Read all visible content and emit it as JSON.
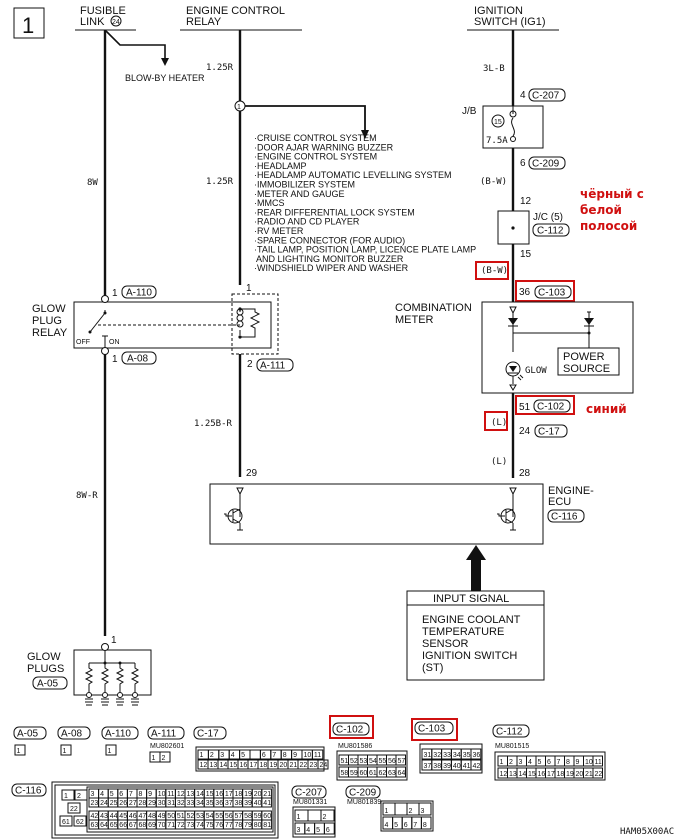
{
  "page_number": "1",
  "headers": {
    "fusible_link": [
      "FUSIBLE",
      "LINK"
    ],
    "fusible_link_number": "24",
    "engine_control_relay": [
      "ENGINE CONTROL",
      "RELAY"
    ],
    "ignition_switch": [
      "IGNITION",
      "SWITCH (IG1)"
    ]
  },
  "blow_by_heater": "BLOW-BY HEATER",
  "wires": {
    "fusible_main": "8W",
    "fusible_lower": "8W-R",
    "relay_top": "1.25R",
    "relay_mid": "1.25R",
    "relay_to_ecu": "1.25B-R",
    "ign_top": "3L-B",
    "jb_to_jc": "(B-W)",
    "jc_to_meter": "(B-W)",
    "meter_to_c17": "(L)",
    "c17_to_ecu": "(L)"
  },
  "splice": "1",
  "systems_list": [
    "CRUISE CONTROL SYSTEM",
    "DOOR AJAR WARNING BUZZER",
    "ENGINE CONTROL SYSTEM",
    "HEADLAMP",
    "HEADLAMP AUTOMATIC LEVELLING SYSTEM",
    "IMMOBILIZER SYSTEM",
    "METER AND GAUGE",
    "MMCS",
    "REAR DIFFERENTIAL LOCK SYSTEM",
    "RADIO AND CD PLAYER",
    "RV METER",
    "SPARE CONNECTOR (FOR AUDIO)",
    "TAIL LAMP, POSITION LAMP, LICENCE PLATE LAMP",
    "AND LIGHTING MONITOR BUZZER",
    "WINDSHIELD WIPER AND WASHER"
  ],
  "pins": {
    "c207_pin": "4",
    "c207": "C-207",
    "jb_label": "J/B",
    "fuse_no": "15",
    "fuse_rating": "7.5A",
    "c209_pin": "6",
    "c209": "C-209",
    "jc_in": "12",
    "jc_label": "J/C (5)",
    "c112": "C-112",
    "jc_out": "15",
    "c103_pin": "36",
    "c103": "C-103",
    "c102_pin": "51",
    "c102": "C-102",
    "c17_pin": "24",
    "c17": "C-17",
    "ecu_pin_left": "29",
    "ecu_pin_right": "28",
    "a110_pin": "1",
    "a110": "A-110",
    "a08_pin": "1",
    "a08": "A-08",
    "a111_top": "1",
    "a111_pin": "2",
    "a111": "A-111",
    "a05_pin": "1",
    "a05": "A-05"
  },
  "components": {
    "glow_plug_relay": [
      "GLOW",
      "PLUG",
      "RELAY"
    ],
    "relay_off": "OFF",
    "relay_on": "ON",
    "combination_meter": [
      "COMBINATION",
      "METER"
    ],
    "glow_lamp": "GLOW",
    "power_source": [
      "POWER",
      "SOURCE"
    ],
    "engine_ecu": [
      "ENGINE-",
      "ECU"
    ],
    "engine_ecu_conn": "C-116",
    "glow_plugs": [
      "GLOW",
      "PLUGS"
    ],
    "input_signal_title": "INPUT SIGNAL",
    "input_signal_items": [
      "ENGINE COOLANT",
      "TEMPERATURE",
      "SENSOR",
      "IGNITION SWITCH",
      "(ST)"
    ]
  },
  "annotations": {
    "black_white": [
      "чёрный с",
      "белой",
      "полосой"
    ],
    "blue": "синий",
    "highlight_color": "#d01010"
  },
  "connectors": {
    "a05": {
      "label": "A-05",
      "pins": [
        "1"
      ]
    },
    "a08": {
      "label": "A-08",
      "pins": [
        "1"
      ]
    },
    "a110": {
      "label": "A-110",
      "pins": [
        "1"
      ]
    },
    "a111": {
      "label": "A-111",
      "part": "MU802601",
      "pins": [
        "1",
        "2"
      ]
    },
    "c17": {
      "label": "C-17",
      "row1": [
        "1",
        "2",
        "3",
        "4",
        "5",
        "",
        "6",
        "7",
        "8",
        "9",
        "10",
        "11"
      ],
      "row2": [
        "12",
        "13",
        "14",
        "15",
        "16",
        "17",
        "18",
        "19",
        "20",
        "21",
        "22",
        "23",
        "24"
      ]
    },
    "c102": {
      "label": "C-102",
      "part": "MU801586",
      "row1": [
        "51",
        "52",
        "53",
        "54",
        "55",
        "56",
        "57"
      ],
      "row2": [
        "58",
        "59",
        "60",
        "61",
        "62",
        "63",
        "64"
      ]
    },
    "c103": {
      "label": "C-103",
      "row1": [
        "31",
        "32",
        "33",
        "34",
        "35",
        "36"
      ],
      "row2": [
        "37",
        "38",
        "39",
        "40",
        "41",
        "42"
      ]
    },
    "c112": {
      "label": "C-112",
      "part": "MU801515",
      "row1": [
        "1",
        "2",
        "3",
        "4",
        "5",
        "6",
        "7",
        "8",
        "9",
        "10",
        "11"
      ],
      "row2": [
        "12",
        "13",
        "14",
        "15",
        "16",
        "17",
        "18",
        "19",
        "20",
        "21",
        "22"
      ]
    },
    "c116": {
      "label": "C-116",
      "side": [
        "1",
        "2",
        "22",
        "61",
        "62"
      ],
      "row1": [
        "3",
        "4",
        "5",
        "6",
        "7",
        "8",
        "9",
        "10",
        "11",
        "12",
        "13",
        "14",
        "15",
        "16",
        "17",
        "18",
        "19",
        "20",
        "21"
      ],
      "row2": [
        "23",
        "24",
        "25",
        "26",
        "27",
        "28",
        "29",
        "30",
        "31",
        "32",
        "33",
        "34",
        "35",
        "36",
        "37",
        "38",
        "39",
        "40",
        "41"
      ],
      "row3": [
        "42",
        "43",
        "44",
        "45",
        "46",
        "47",
        "48",
        "49",
        "50",
        "51",
        "52",
        "53",
        "54",
        "55",
        "56",
        "57",
        "58",
        "59",
        "60"
      ],
      "row4": [
        "63",
        "64",
        "65",
        "66",
        "67",
        "68",
        "69",
        "70",
        "71",
        "72",
        "73",
        "74",
        "75",
        "76",
        "77",
        "78",
        "79",
        "80",
        "81"
      ]
    },
    "c207": {
      "label": "C-207",
      "part": "MU801331",
      "row1": [
        "1",
        "",
        "2"
      ],
      "row2": [
        "3",
        "4",
        "5",
        "6"
      ]
    },
    "c209": {
      "label": "C-209",
      "part": "MU801839",
      "row1": [
        "1",
        "",
        "2",
        "3"
      ],
      "row2": [
        "4",
        "5",
        "6",
        "7",
        "8"
      ]
    }
  },
  "diagram_code": "HAM05X00AC"
}
